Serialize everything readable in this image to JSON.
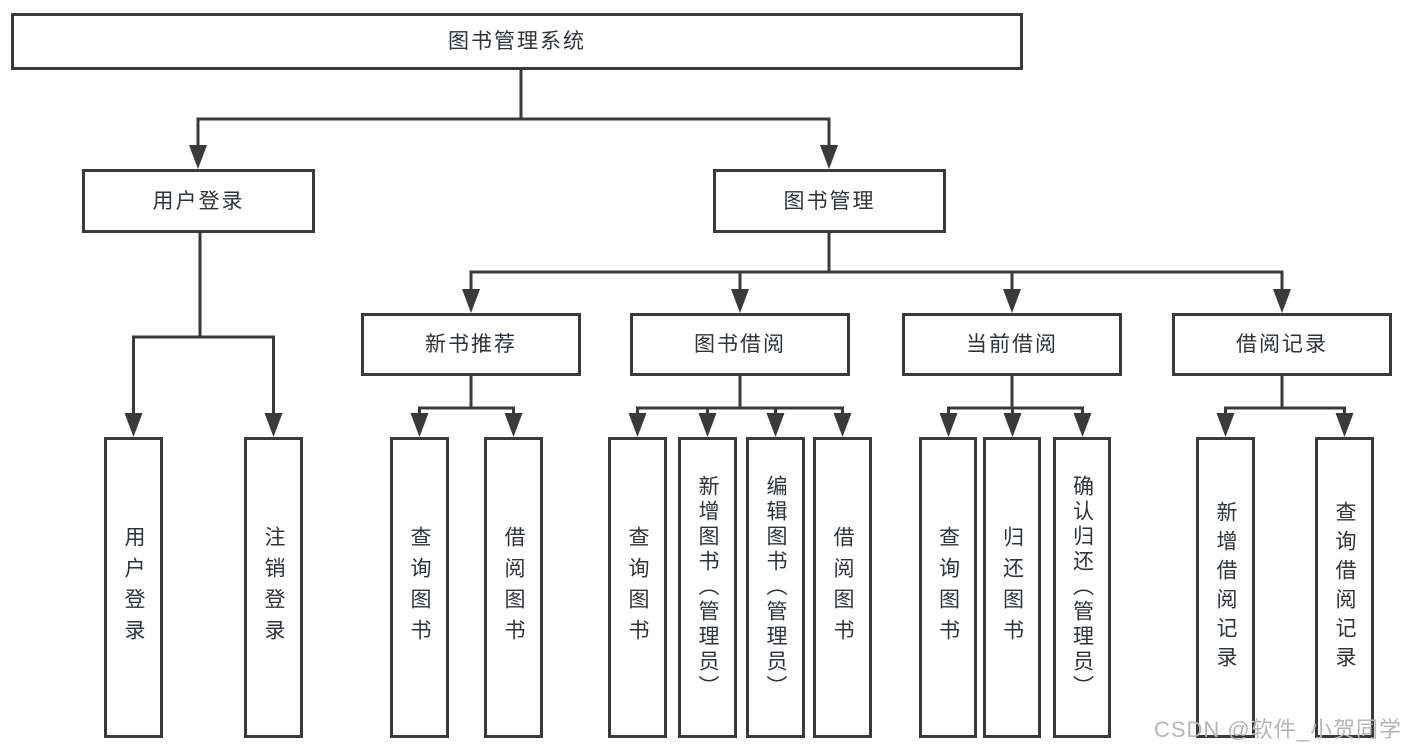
{
  "title": "图书管理系统",
  "level2": {
    "user_login": "用户登录",
    "book_management": "图书管理"
  },
  "level3": {
    "new_books": "新书推荐",
    "borrowing": "图书借阅",
    "current": "当前借阅",
    "records": "借阅记录"
  },
  "leaves": {
    "user_login": [
      "用户登录",
      "注销登录"
    ],
    "new_books": [
      "查询图书",
      "借阅图书"
    ],
    "borrowing": [
      "查询图书",
      "新增图书（管理员）",
      "编辑图书（管理员）",
      "借阅图书"
    ],
    "current": [
      "查询图书",
      "归还图书",
      "确认归还（管理员）"
    ],
    "records": [
      "新增借阅记录",
      "查询借阅记录"
    ]
  },
  "watermark": "CSDN @软件_小贺同学",
  "colors": {
    "line": "#3a3a3a",
    "text": "#2f343a",
    "background": "#ffffff",
    "watermark": "#b6b6b6"
  }
}
